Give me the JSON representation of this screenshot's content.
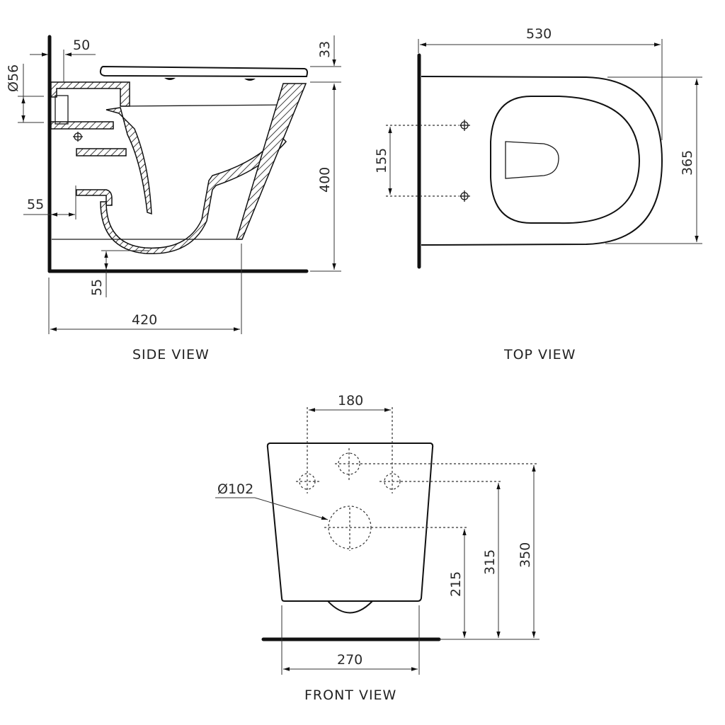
{
  "views": {
    "side": {
      "title": "SIDE VIEW",
      "dims": {
        "seat_offset": "50",
        "pipe_diameter": "Ø56",
        "seat_thickness": "33",
        "height": "400",
        "bracket_offset": "55",
        "floor_clearance": "55",
        "depth": "420"
      }
    },
    "top": {
      "title": "TOP VIEW",
      "dims": {
        "length": "530",
        "width": "365",
        "bolt_spacing": "155"
      }
    },
    "front": {
      "title": "FRONT VIEW",
      "dims": {
        "bolt_spacing": "180",
        "outlet_diameter": "Ø102",
        "outlet_height": "215",
        "bolt_height": "315",
        "inlet_height": "350",
        "width": "270"
      }
    }
  },
  "colors": {
    "line": "#111111",
    "background": "#ffffff"
  }
}
